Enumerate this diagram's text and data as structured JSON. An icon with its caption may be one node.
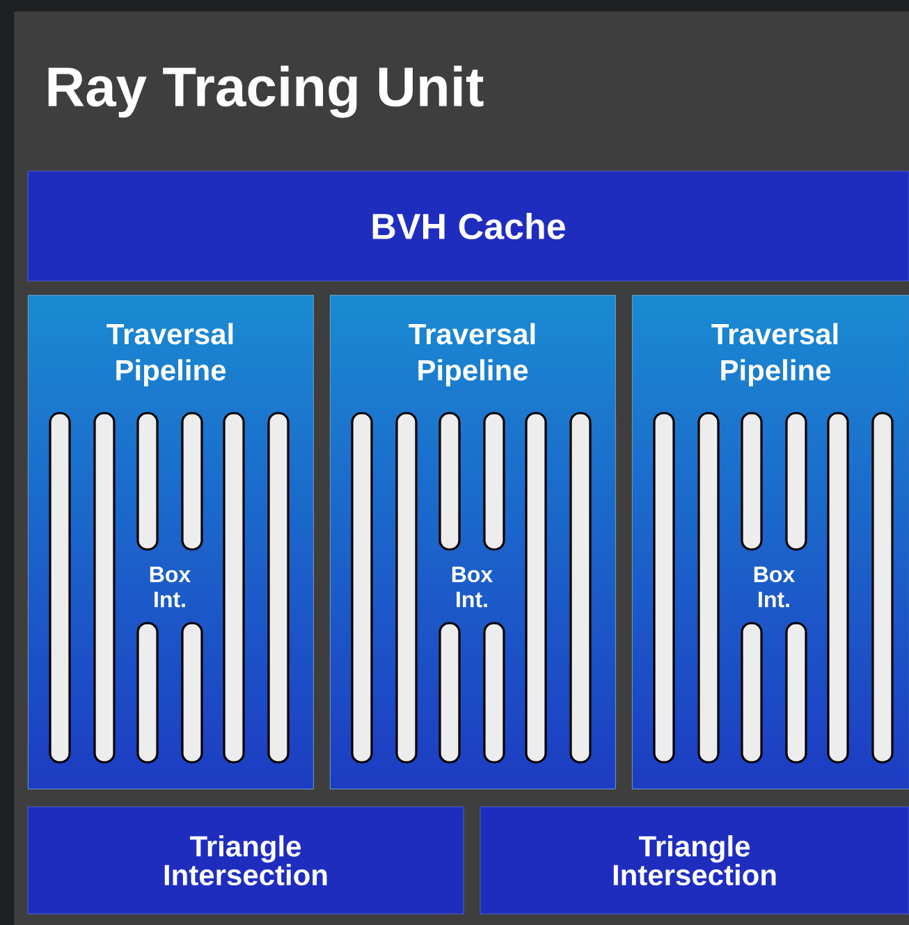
{
  "diagram": {
    "nodes": [
      {
        "text": [
          "Ray Tracing Unit"
        ]
      },
      {
        "text": [
          "BVH Cache"
        ],
        "in": 0
      },
      {
        "text": [
          "Traversal Pipeline",
          "Box Int."
        ],
        "in": 0
      },
      {
        "text": [
          "Traversal Pipeline",
          "Box Int."
        ],
        "in": 0
      },
      {
        "text": [
          "Traversal Pipeline",
          "Box Int."
        ],
        "in": 0
      },
      {
        "text": [
          "Triangle Intersection"
        ],
        "in": 0
      },
      {
        "text": [
          "Triangle Intersection"
        ],
        "in": 0
      }
    ]
  }
}
